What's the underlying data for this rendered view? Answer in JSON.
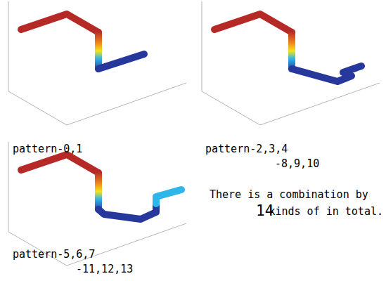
{
  "diagram": {
    "labels": [
      "pattern-0,1",
      "pattern-2,3,4",
      "-8,9,10",
      "pattern-5,6,7",
      "-11,12,13",
      "There is a combination by",
      "14",
      "kinds of in total."
    ]
  }
}
